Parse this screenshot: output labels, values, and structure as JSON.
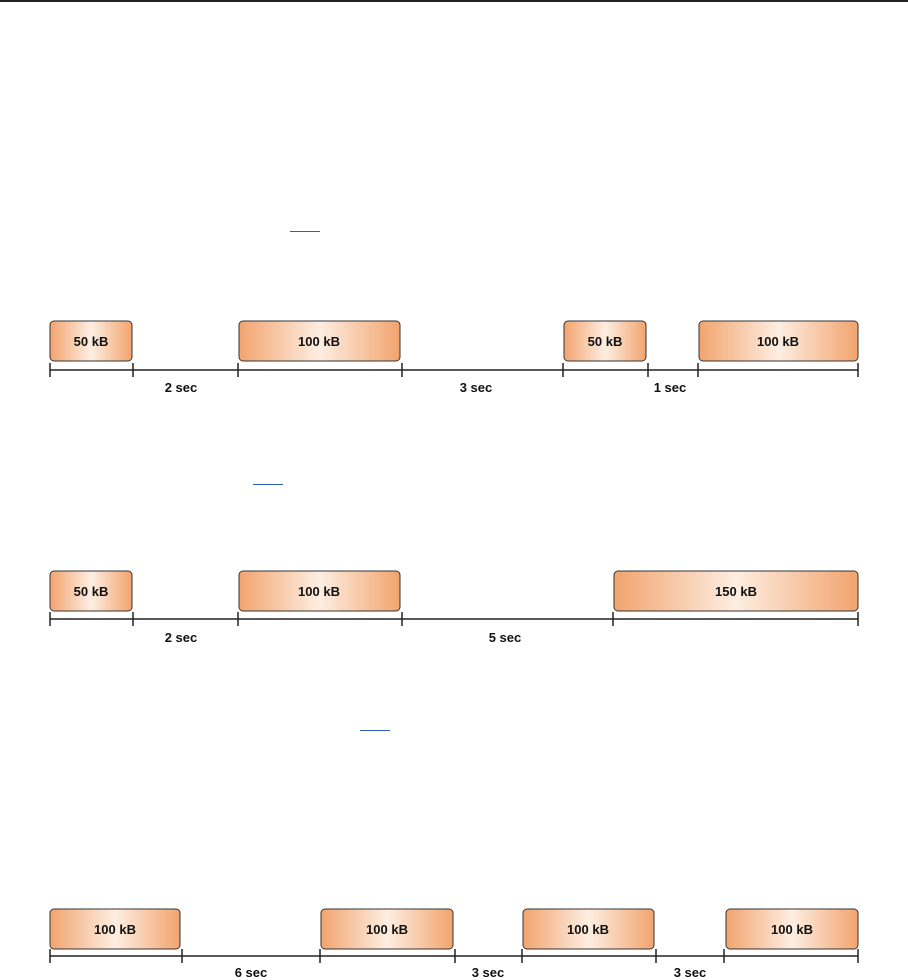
{
  "colors": {
    "block_edge": "#f2a46e",
    "block_center": "#fdeee2",
    "block_outline": "#333333",
    "axis": "#222222",
    "reference_link": "#2f5fb3"
  },
  "timelines": [
    {
      "blocks": [
        {
          "label": "50 kB"
        },
        {
          "label": "100 kB"
        },
        {
          "label": "50 kB"
        },
        {
          "label": "100 kB"
        }
      ],
      "gaps": [
        {
          "label": "2 sec"
        },
        {
          "label": "3 sec"
        },
        {
          "label": "1 sec"
        }
      ]
    },
    {
      "blocks": [
        {
          "label": "50 kB"
        },
        {
          "label": "100 kB"
        },
        {
          "label": "150 kB"
        }
      ],
      "gaps": [
        {
          "label": "2 sec"
        },
        {
          "label": "5 sec"
        }
      ]
    },
    {
      "blocks": [
        {
          "label": "100 kB"
        },
        {
          "label": "100 kB"
        },
        {
          "label": "100 kB"
        },
        {
          "label": "100 kB"
        }
      ],
      "gaps": [
        {
          "label": "6 sec"
        },
        {
          "label": "3 sec"
        },
        {
          "label": "3 sec"
        }
      ]
    }
  ]
}
